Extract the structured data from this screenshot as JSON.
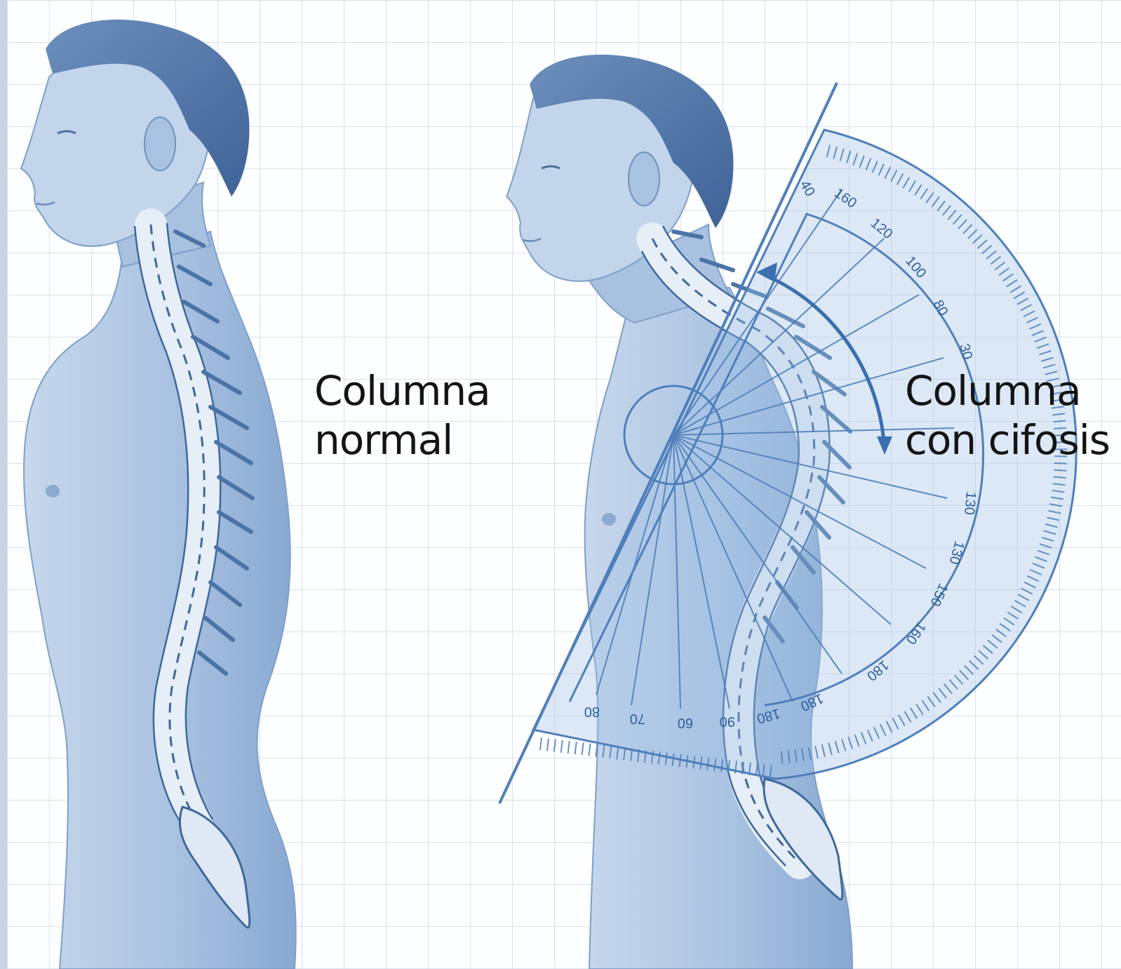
{
  "labels": {
    "normal": [
      "Columna",
      "normal"
    ],
    "kyphosis": [
      "Columna",
      "con cifosis"
    ]
  },
  "protractor": {
    "upper_numbers": [
      "40",
      "160",
      "120",
      "100",
      "80",
      "30"
    ],
    "right_numbers": [
      "130",
      "130",
      "150",
      "160",
      "180"
    ],
    "bottom_numbers": [
      "80",
      "70",
      "60",
      "90",
      "180",
      "180"
    ]
  },
  "colors": {
    "skin": "#9fb9da",
    "skin_light": "#cfdcee",
    "hair": "#5c7fae",
    "bone": "#e6eef8",
    "bone_outline": "#3f679b",
    "grid": "#cdd9e7",
    "protractor": "#4f7fba",
    "protractor_fill": "#9ec0e4",
    "text": "#141414"
  },
  "icons": [
    "figure-normal-posture",
    "figure-kyphosis-posture",
    "spine-normal-icon",
    "spine-kyphotic-icon",
    "protractor-icon",
    "curved-arrow-icon"
  ]
}
